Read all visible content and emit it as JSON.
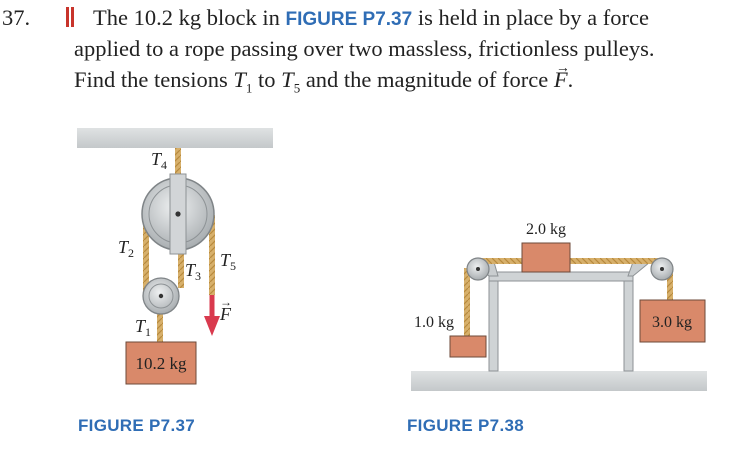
{
  "problem": {
    "number": "37.",
    "text_before_ref": "The 10.2 kg block in ",
    "figure_ref": "FIGURE P7.37",
    "text_after_ref": " is held in place by a force",
    "line2": "applied to a rope passing over two massless, frictionless pulleys.",
    "line3_a": "Find the tensions ",
    "line3_b": " to ",
    "line3_c": " and the magnitude of force ",
    "line3_d": "."
  },
  "symbols": {
    "T": "T",
    "F": "F",
    "sub_1": "1",
    "sub_5": "5"
  },
  "figure_p737": {
    "caption": "FIGURE P7.37",
    "block_label": "10.2 kg",
    "tension_labels": [
      {
        "letter": "T",
        "sub": "4"
      },
      {
        "letter": "T",
        "sub": "2"
      },
      {
        "letter": "T",
        "sub": "3"
      },
      {
        "letter": "T",
        "sub": "5"
      },
      {
        "letter": "T",
        "sub": "1"
      }
    ],
    "force_label": "F",
    "colors": {
      "ceiling": "#cfd3d4",
      "block": "#d9896a",
      "rope": "#d7b06b",
      "arrow": "#d93a4e"
    }
  },
  "figure_p738": {
    "caption": "FIGURE P7.38",
    "top_block_label": "2.0 kg",
    "left_block_label": "1.0 kg",
    "right_block_label": "3.0 kg",
    "colors": {
      "floor": "#d3d6d7",
      "block": "#d9896a",
      "table": "#cfd3d5"
    }
  }
}
